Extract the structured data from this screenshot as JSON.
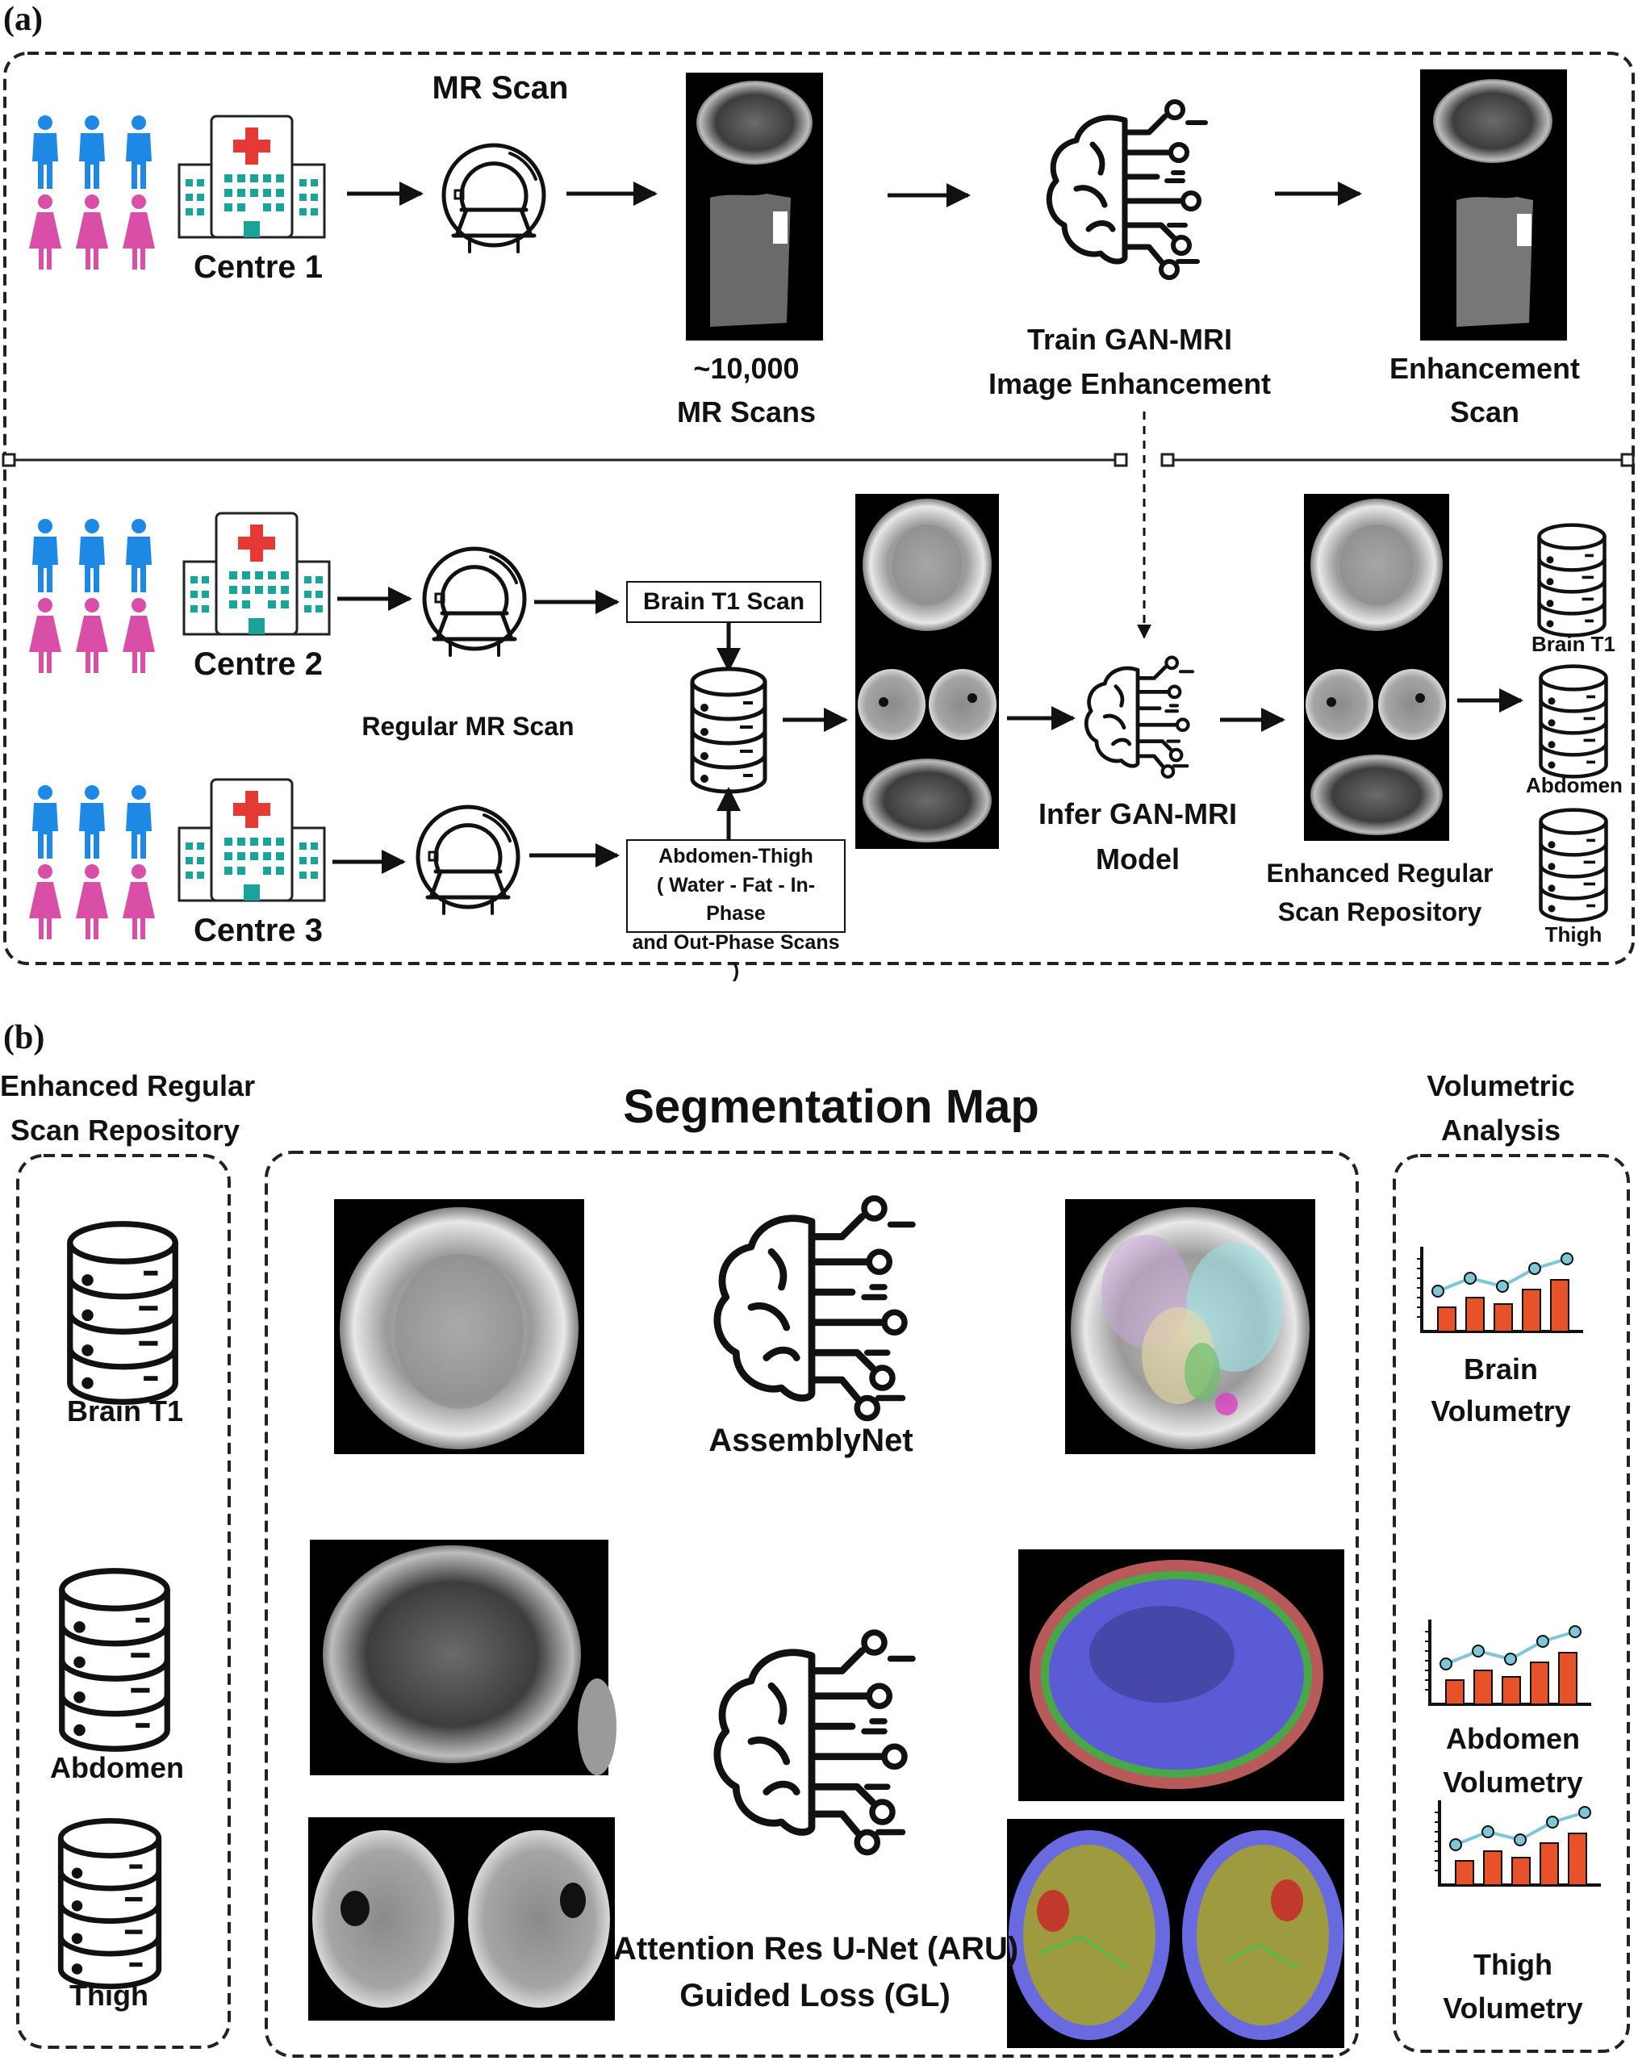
{
  "panel_a": {
    "label": "(a)",
    "top": {
      "mr_scan": "MR Scan",
      "centre1": "Centre 1",
      "count_line1": "~10,000",
      "count_line2": "MR Scans",
      "train_line1": "Train GAN-MRI",
      "train_line2": "Image Enhancement",
      "enh_line1": "Enhancement",
      "enh_line2": "Scan"
    },
    "bottom": {
      "centre2": "Centre 2",
      "centre3": "Centre 3",
      "regular_mr": "Regular MR Scan",
      "brain_t1_scan": "Brain T1 Scan",
      "abd_line1": "Abdomen-Thigh",
      "abd_line2": "( Water - Fat - In-Phase",
      "abd_line3": "and Out-Phase Scans )",
      "infer_line1": "Infer GAN-MRI",
      "infer_line2": "Model",
      "repo_line1": "Enhanced Regular",
      "repo_line2": "Scan Repository",
      "db_brain": "Brain T1",
      "db_abdomen": "Abdomen",
      "db_thigh": "Thigh"
    }
  },
  "panel_b": {
    "label": "(b)",
    "repo_line1": "Enhanced Regular",
    "repo_line2": "Scan Repository",
    "seg_title": "Segmentation Map",
    "vol_line1": "Volumetric",
    "vol_line2": "Analysis",
    "db_brain": "Brain T1",
    "db_abdomen": "Abdomen",
    "db_thigh": "Thigh",
    "assemblynet": "AssemblyNet",
    "aru_line1": "Attention Res U-Net (ARU)",
    "aru_line2": "Guided Loss (GL)",
    "brain_vol1": "Brain",
    "brain_vol2": "Volumetry",
    "abd_vol1": "Abdomen",
    "abd_vol2": "Volumetry",
    "thigh_vol1": "Thigh",
    "thigh_vol2": "Volumetry"
  },
  "colors": {
    "male": "#1e88e5",
    "female": "#d94fa8",
    "hospital_teal": "#1aa39a",
    "red_cross": "#e53935",
    "bar_orange": "#e8522b",
    "trend_teal": "#7fc6d6"
  },
  "icons": [
    "person-male-icon",
    "person-female-icon",
    "hospital-icon",
    "mri-scanner-icon",
    "ai-brain-icon",
    "database-icon",
    "bar-chart-icon"
  ]
}
